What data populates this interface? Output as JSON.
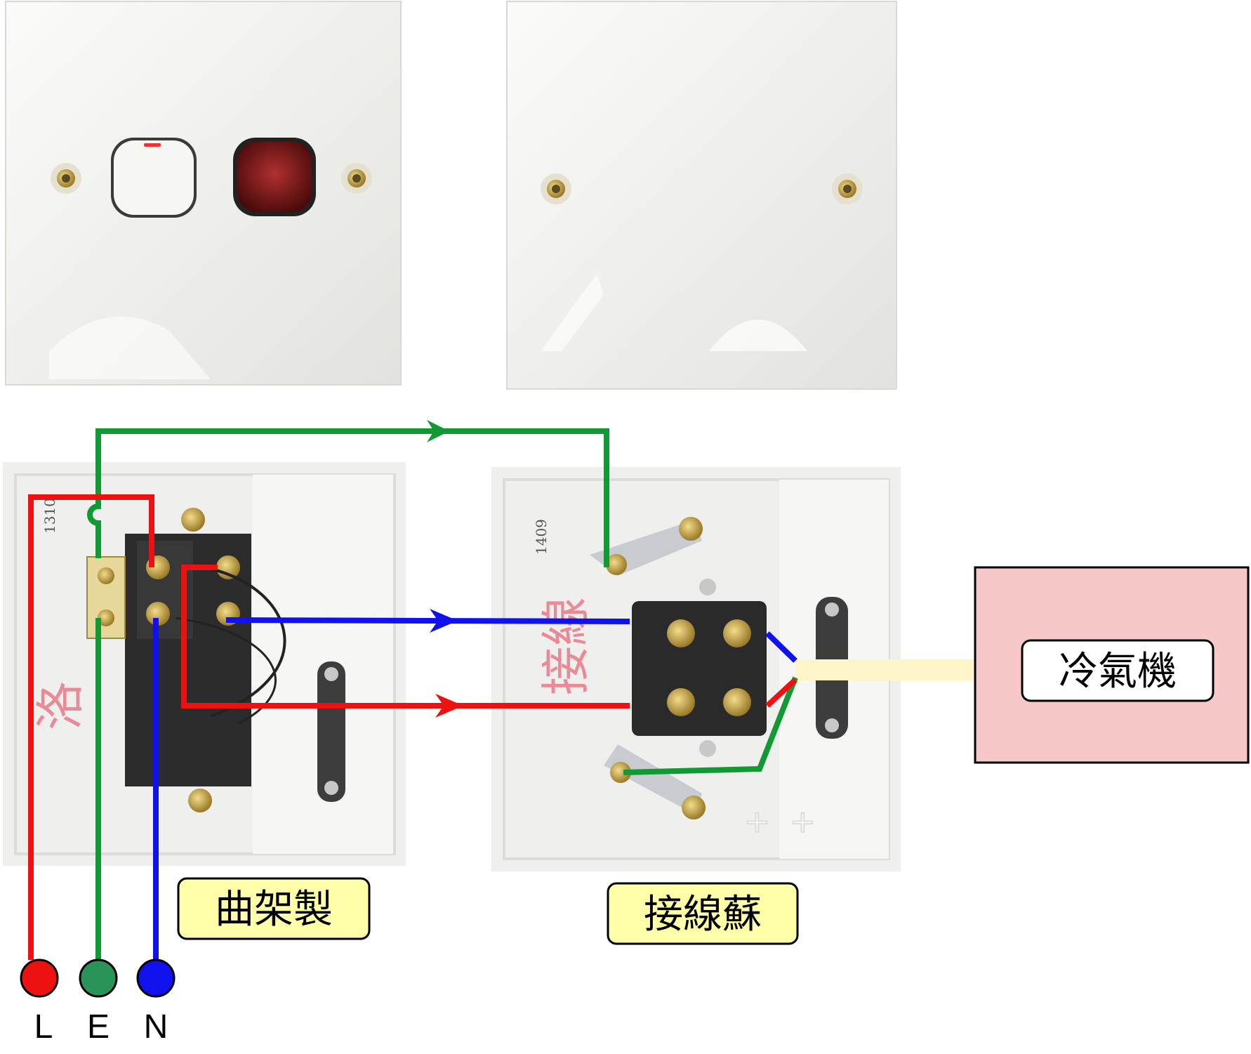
{
  "labels": {
    "switch_box": "曲架製",
    "outlet_box": "接線蘇",
    "appliance": "冷氣機"
  },
  "terminals": [
    {
      "letter": "L",
      "color": "#ee1111"
    },
    {
      "letter": "E",
      "color": "#2a9458"
    },
    {
      "letter": "N",
      "color": "#1111ee"
    }
  ],
  "handwriting": {
    "switch_back": "1310",
    "outlet_back": "1409"
  },
  "colors": {
    "live": "#ee1111",
    "earth": "#119933",
    "neutral": "#1111ee",
    "appliance_fill": "#f8c8c8",
    "label_fill": "#ffffaa",
    "cable": "#fff5c8"
  }
}
